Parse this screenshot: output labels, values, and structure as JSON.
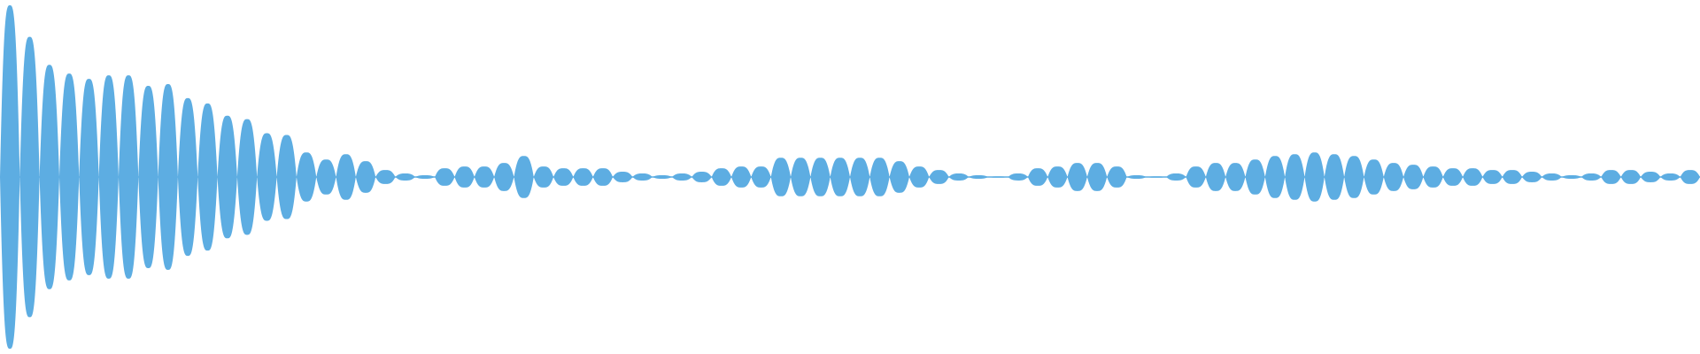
{
  "waveform": {
    "color": "#5DADE2",
    "background": "#ffffff",
    "max_amplitude": 1.0,
    "lobe_peaks": [
      0.98,
      0.8,
      0.64,
      0.59,
      0.56,
      0.58,
      0.58,
      0.52,
      0.53,
      0.45,
      0.42,
      0.35,
      0.33,
      0.25,
      0.24,
      0.14,
      0.1,
      0.13,
      0.09,
      0.04,
      0.02,
      0.01,
      0.05,
      0.06,
      0.06,
      0.08,
      0.12,
      0.06,
      0.05,
      0.05,
      0.05,
      0.03,
      0.02,
      0.01,
      0.02,
      0.03,
      0.05,
      0.06,
      0.06,
      0.11,
      0.11,
      0.11,
      0.11,
      0.11,
      0.11,
      0.09,
      0.06,
      0.04,
      0.02,
      0.01,
      0.0,
      0.02,
      0.05,
      0.06,
      0.08,
      0.08,
      0.06,
      0.01,
      0.0,
      0.02,
      0.06,
      0.08,
      0.08,
      0.1,
      0.12,
      0.13,
      0.14,
      0.13,
      0.12,
      0.1,
      0.08,
      0.07,
      0.06,
      0.05,
      0.05,
      0.04,
      0.04,
      0.03,
      0.02,
      0.01,
      0.02,
      0.04,
      0.04,
      0.03,
      0.02,
      0.04
    ]
  }
}
